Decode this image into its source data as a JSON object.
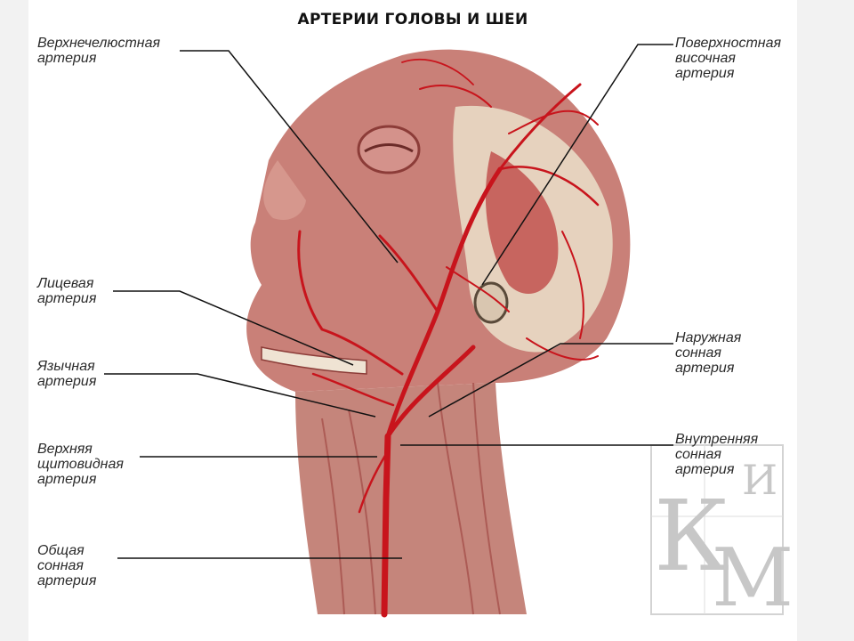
{
  "title": "АРТЕРИИ ГОЛОВЫ И ШЕИ",
  "labels": {
    "maxillary": [
      "Верхнечелюстная",
      "артерия"
    ],
    "facial": [
      "Лицевая",
      "артерия"
    ],
    "lingual": [
      "Язычная",
      "артерия"
    ],
    "thyroid": [
      "Верхняя",
      "щитовидная",
      "артерия"
    ],
    "common_carotid": [
      "Общая",
      "сонная",
      "артерия"
    ],
    "temporal": [
      "Поверхностная",
      "височная",
      "артерия"
    ],
    "external_carotid": [
      "Наружная",
      "сонная",
      "артерия"
    ],
    "internal_carotid": [
      "Внутренняя",
      "сонная",
      "артерия"
    ]
  },
  "watermark": "КМИ",
  "colors": {
    "skin": "#c9847a",
    "muscle": "#b85a55",
    "artery": "#c8141c",
    "skull": "#e7d6c2",
    "line": "#111111"
  }
}
